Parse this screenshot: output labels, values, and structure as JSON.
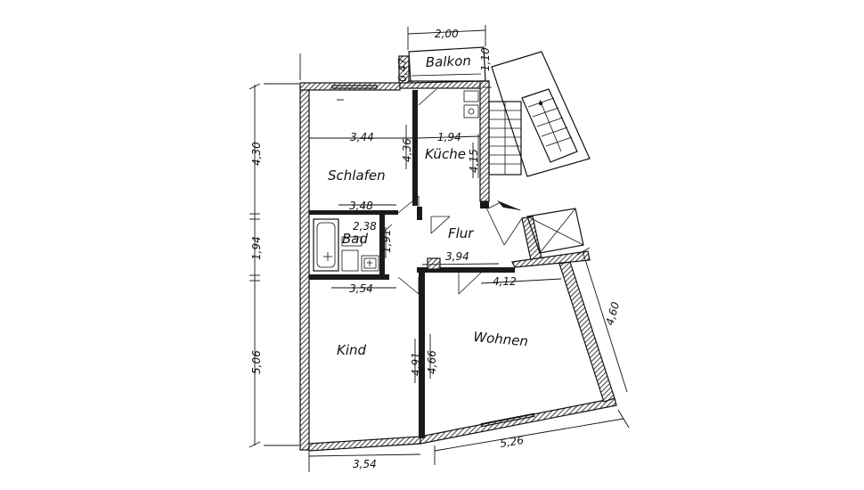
{
  "rooms": {
    "balkon": "Balkon",
    "schlafen": "Schlafen",
    "kueche": "Küche",
    "bad": "Bad",
    "flur": "Flur",
    "kind": "Kind",
    "wohnen": "Wohnen"
  },
  "dimensions": {
    "balkon_width": "2,00",
    "balkon_depth_left": "0,47",
    "balkon_depth_right": "1,10",
    "left_top": "4,30",
    "left_mid": "1,94",
    "left_bottom": "5,06",
    "schlafen_width_top": "3,44",
    "schlafen_width_bottom": "3,48",
    "schlafen_height": "4,36",
    "kueche_width": "1,94",
    "kueche_height": "4,15",
    "bad_width": "2,38",
    "bad_height": "1,91",
    "flur_width": "3,94",
    "kind_width_top": "3,54",
    "kind_height": "4,91",
    "wohnen_height": "4,66",
    "wohnen_width_top": "4,12",
    "right_side": "4,60",
    "bottom_left": "3,54",
    "bottom_right": "5,26"
  }
}
